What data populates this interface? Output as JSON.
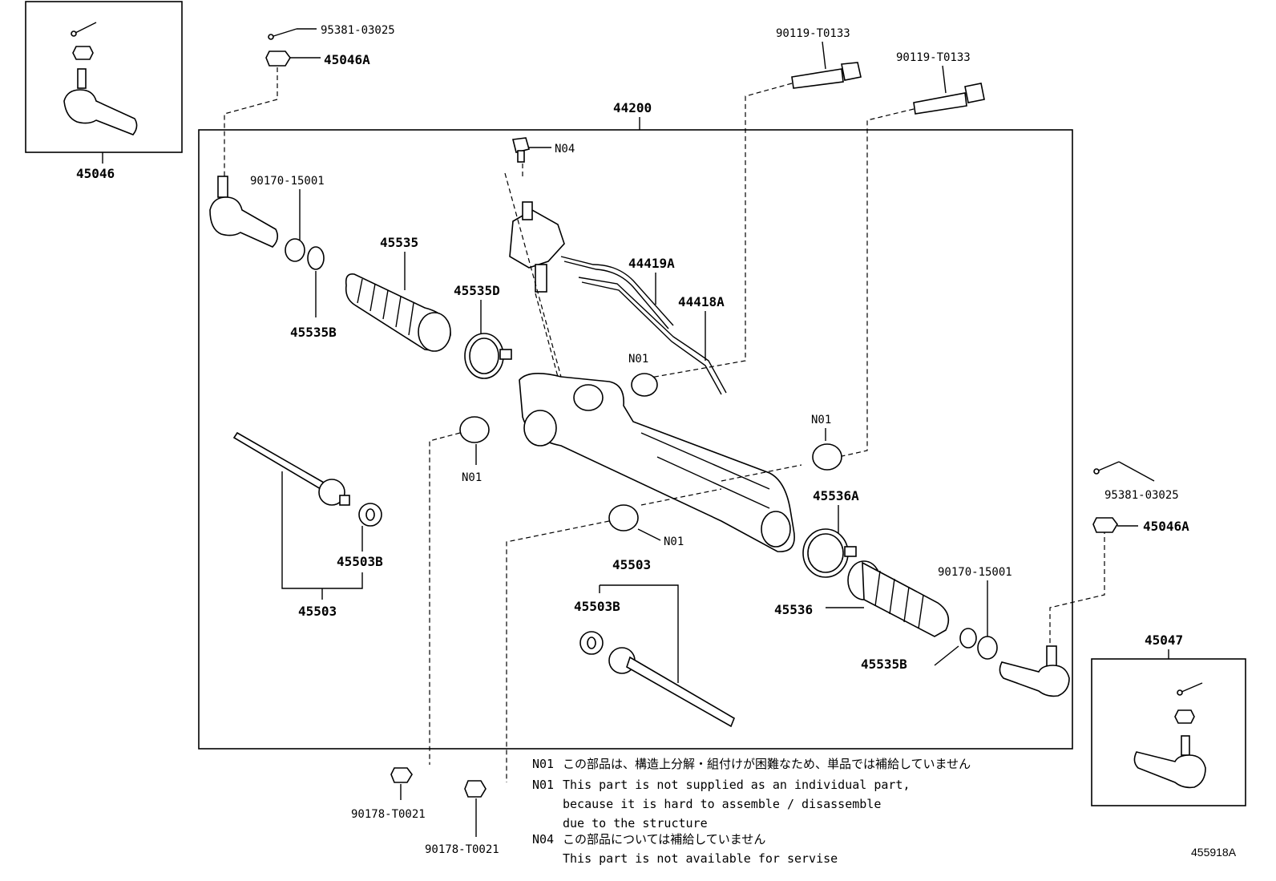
{
  "labels": {
    "inset_top_left": "45046",
    "pin_top": "95381-03025",
    "nut_top": "45046A",
    "main_assembly": "44200",
    "bolt_1": "90119-T0133",
    "bolt_2": "90119-T0133",
    "n04_bolt": "N04",
    "bushing_top_left": "90170-15001",
    "boot_left": "45535",
    "clamp_left_large": "45535D",
    "clamp_left_small": "45535B",
    "tube_1": "44419A",
    "tube_2": "44418A",
    "n01_top": "N01",
    "n01_right": "N01",
    "n01_left": "N01",
    "n01_center": "N01",
    "tie_rod_left": "45503",
    "washer_left": "45503B",
    "tie_rod_center": "45503",
    "washer_center": "45503B",
    "clamp_right_large": "45536A",
    "boot_right": "45536",
    "bushing_right": "90170-15001",
    "clamp_right_small": "45535B",
    "pin_right": "95381-03025",
    "nut_right": "45046A",
    "inset_bottom_right": "45047",
    "nut_bottom_1": "90178-T0021",
    "nut_bottom_2": "90178-T0021",
    "diagram_ref": "455918A"
  },
  "notes": [
    {
      "code": "N01",
      "text": "この部品は、構造上分解・組付けが困難なため、単品では補給していません"
    },
    {
      "code": "N01",
      "text": "This part is not supplied as an individual part,"
    },
    {
      "code": "",
      "text": "because it is hard to assemble / disassemble"
    },
    {
      "code": "",
      "text": "due to the structure"
    },
    {
      "code": "N04",
      "text": "この部品については補給していません"
    },
    {
      "code": "",
      "text": "This part is not available for servise"
    }
  ]
}
